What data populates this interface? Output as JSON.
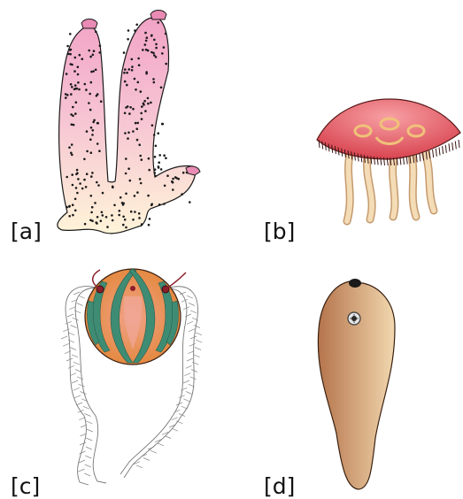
{
  "labels": {
    "a": "[a]",
    "b": "[b]",
    "c": "[c]",
    "d": "[d]"
  },
  "panels": [
    {
      "id": "a",
      "icon": "sponge-icon"
    },
    {
      "id": "b",
      "icon": "jellyfish-icon"
    },
    {
      "id": "c",
      "icon": "comb-jelly-icon"
    },
    {
      "id": "d",
      "icon": "flatworm-icon"
    }
  ],
  "colors": {
    "sponge_top": "#f0a6c6",
    "sponge_bottom": "#fff3d6",
    "jelly_bell": "#e2576a",
    "jelly_tentacle": "#f4d9b0",
    "ctenophore_body": "#e9874a",
    "ctenophore_comb": "#3f8c74",
    "worm_light": "#f1d6ae",
    "worm_dark": "#b9774f"
  }
}
